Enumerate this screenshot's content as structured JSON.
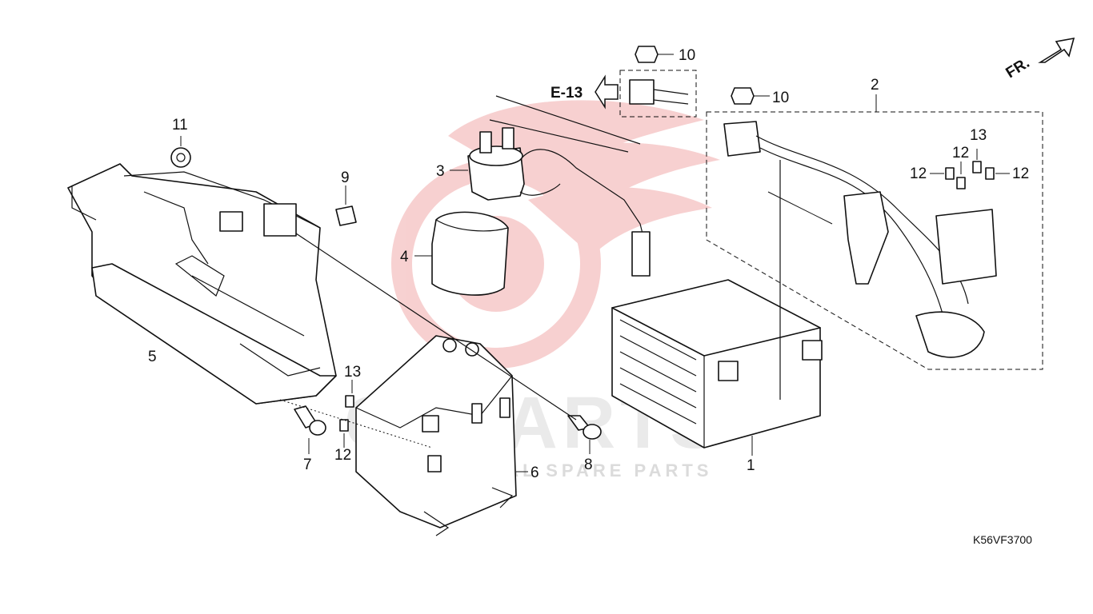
{
  "diagram": {
    "code": "K56VF3700",
    "reference": "E-13",
    "direction": "FR.",
    "watermark": {
      "brand": "CSPARTS",
      "tagline": "COMMERCIAL SPARE PARTS"
    },
    "accent_colors": {
      "line": "#111111",
      "watermark_red": "#e35a5a"
    },
    "callouts": [
      "1",
      "2",
      "3",
      "4",
      "5",
      "6",
      "7",
      "8",
      "9",
      "10",
      "10",
      "11",
      "12",
      "12",
      "12",
      "12",
      "13",
      "13"
    ]
  }
}
